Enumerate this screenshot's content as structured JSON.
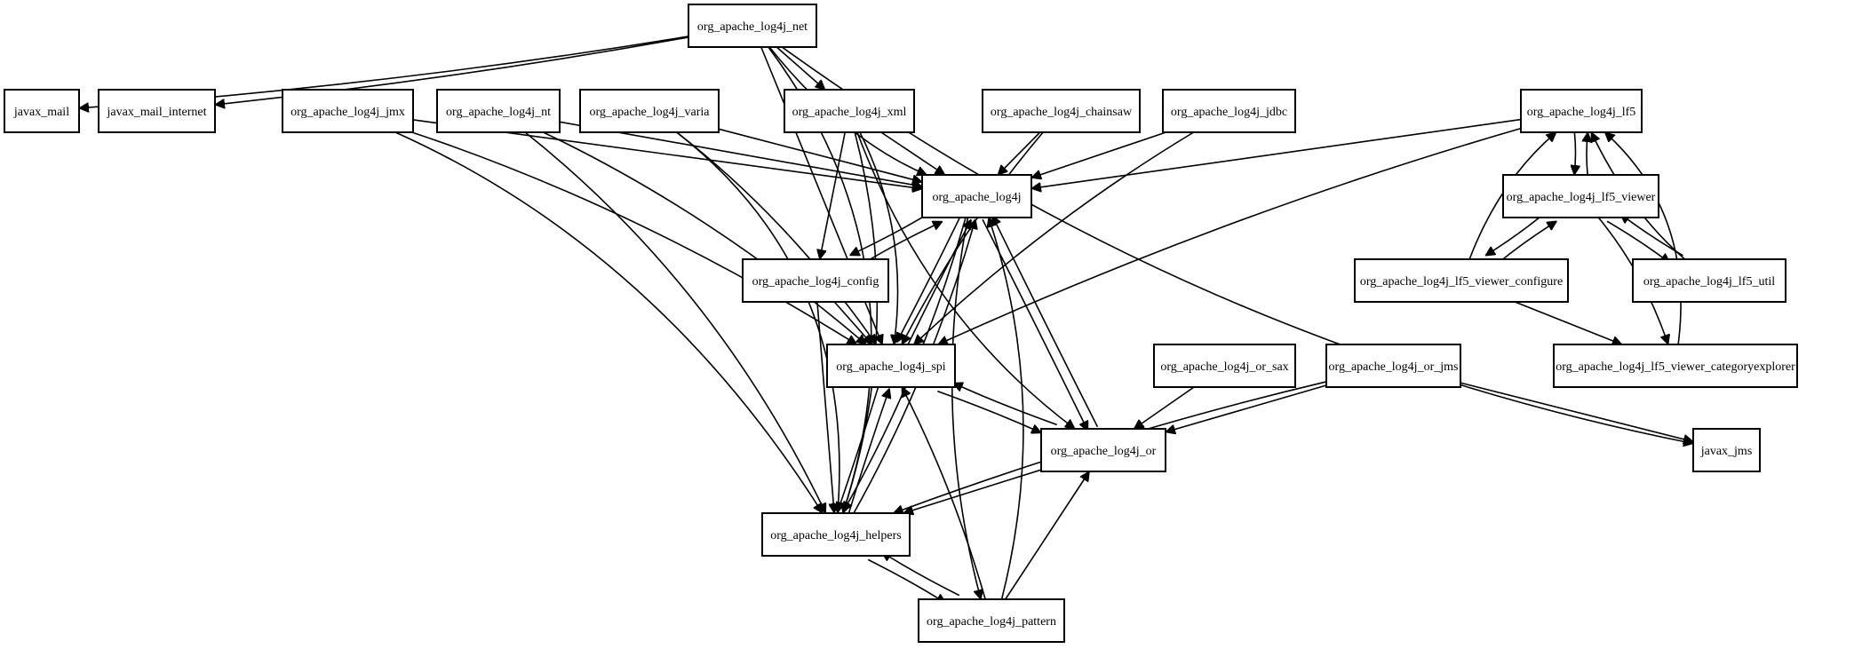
{
  "diagram": {
    "nodes": [
      {
        "id": "net",
        "label": "org_apache_log4j_net"
      },
      {
        "id": "javax_mail",
        "label": "javax_mail"
      },
      {
        "id": "javax_mail_internet",
        "label": "javax_mail_internet"
      },
      {
        "id": "jmx",
        "label": "org_apache_log4j_jmx"
      },
      {
        "id": "nt",
        "label": "org_apache_log4j_nt"
      },
      {
        "id": "varia",
        "label": "org_apache_log4j_varia"
      },
      {
        "id": "xml",
        "label": "org_apache_log4j_xml"
      },
      {
        "id": "chainsaw",
        "label": "org_apache_log4j_chainsaw"
      },
      {
        "id": "jdbc",
        "label": "org_apache_log4j_jdbc"
      },
      {
        "id": "lf5",
        "label": "org_apache_log4j_lf5"
      },
      {
        "id": "log4j",
        "label": "org_apache_log4j"
      },
      {
        "id": "lf5_viewer",
        "label": "org_apache_log4j_lf5_viewer"
      },
      {
        "id": "config",
        "label": "org_apache_log4j_config"
      },
      {
        "id": "lf5_viewer_configure",
        "label": "org_apache_log4j_lf5_viewer_configure"
      },
      {
        "id": "lf5_util",
        "label": "org_apache_log4j_lf5_util"
      },
      {
        "id": "spi",
        "label": "org_apache_log4j_spi"
      },
      {
        "id": "or_sax",
        "label": "org_apache_log4j_or_sax"
      },
      {
        "id": "or_jms",
        "label": "org_apache_log4j_or_jms"
      },
      {
        "id": "lf5_viewer_categoryexplorer",
        "label": "org_apache_log4j_lf5_viewer_categoryexplorer"
      },
      {
        "id": "or",
        "label": "org_apache_log4j_or"
      },
      {
        "id": "javax_jms",
        "label": "javax_jms"
      },
      {
        "id": "helpers",
        "label": "org_apache_log4j_helpers"
      },
      {
        "id": "pattern",
        "label": "org_apache_log4j_pattern"
      }
    ],
    "edges": [
      {
        "from": "net",
        "to": "javax_mail"
      },
      {
        "from": "net",
        "to": "javax_mail_internet"
      },
      {
        "from": "net",
        "to": "xml"
      },
      {
        "from": "net",
        "to": "log4j"
      },
      {
        "from": "net",
        "to": "spi"
      },
      {
        "from": "net",
        "to": "helpers"
      },
      {
        "from": "net",
        "to": "javax_jms"
      },
      {
        "from": "jmx",
        "to": "log4j"
      },
      {
        "from": "jmx",
        "to": "spi"
      },
      {
        "from": "jmx",
        "to": "helpers"
      },
      {
        "from": "nt",
        "to": "log4j"
      },
      {
        "from": "nt",
        "to": "spi"
      },
      {
        "from": "nt",
        "to": "helpers"
      },
      {
        "from": "varia",
        "to": "log4j"
      },
      {
        "from": "varia",
        "to": "spi"
      },
      {
        "from": "varia",
        "to": "helpers"
      },
      {
        "from": "xml",
        "to": "log4j"
      },
      {
        "from": "xml",
        "to": "config"
      },
      {
        "from": "xml",
        "to": "spi"
      },
      {
        "from": "xml",
        "to": "helpers"
      },
      {
        "from": "xml",
        "to": "or"
      },
      {
        "from": "chainsaw",
        "to": "log4j"
      },
      {
        "from": "chainsaw",
        "to": "spi"
      },
      {
        "from": "jdbc",
        "to": "log4j"
      },
      {
        "from": "jdbc",
        "to": "spi"
      },
      {
        "from": "lf5",
        "to": "log4j"
      },
      {
        "from": "lf5",
        "to": "spi"
      },
      {
        "from": "lf5",
        "to": "lf5_viewer"
      },
      {
        "from": "lf5_viewer",
        "to": "lf5"
      },
      {
        "from": "lf5_viewer",
        "to": "lf5_viewer_configure"
      },
      {
        "from": "lf5_viewer",
        "to": "lf5_util"
      },
      {
        "from": "lf5_viewer",
        "to": "lf5_viewer_categoryexplorer"
      },
      {
        "from": "lf5_viewer_configure",
        "to": "lf5"
      },
      {
        "from": "lf5_viewer_configure",
        "to": "lf5_viewer"
      },
      {
        "from": "lf5_viewer_configure",
        "to": "lf5_viewer_categoryexplorer"
      },
      {
        "from": "lf5_util",
        "to": "lf5"
      },
      {
        "from": "lf5_util",
        "to": "lf5_viewer"
      },
      {
        "from": "lf5_viewer_categoryexplorer",
        "to": "lf5"
      },
      {
        "from": "log4j",
        "to": "config"
      },
      {
        "from": "config",
        "to": "log4j"
      },
      {
        "from": "log4j",
        "to": "spi"
      },
      {
        "from": "spi",
        "to": "log4j"
      },
      {
        "from": "log4j",
        "to": "or"
      },
      {
        "from": "or",
        "to": "log4j"
      },
      {
        "from": "log4j",
        "to": "helpers"
      },
      {
        "from": "helpers",
        "to": "log4j"
      },
      {
        "from": "log4j",
        "to": "pattern"
      },
      {
        "from": "pattern",
        "to": "log4j"
      },
      {
        "from": "config",
        "to": "spi"
      },
      {
        "from": "config",
        "to": "helpers"
      },
      {
        "from": "spi",
        "to": "or"
      },
      {
        "from": "or",
        "to": "spi"
      },
      {
        "from": "spi",
        "to": "helpers"
      },
      {
        "from": "helpers",
        "to": "spi"
      },
      {
        "from": "or_sax",
        "to": "or"
      },
      {
        "from": "or_jms",
        "to": "or"
      },
      {
        "from": "or_jms",
        "to": "helpers"
      },
      {
        "from": "or_jms",
        "to": "javax_jms"
      },
      {
        "from": "or",
        "to": "helpers"
      },
      {
        "from": "helpers",
        "to": "pattern"
      },
      {
        "from": "pattern",
        "to": "helpers"
      },
      {
        "from": "pattern",
        "to": "spi"
      },
      {
        "from": "pattern",
        "to": "or"
      }
    ]
  }
}
